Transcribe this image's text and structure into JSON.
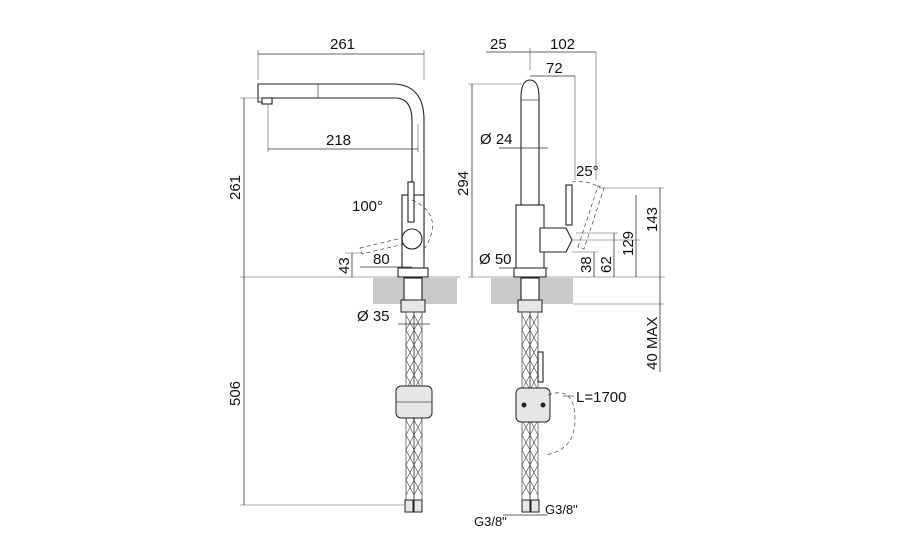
{
  "side_view": {
    "dim_total_width": "261",
    "dim_spout_reach": "218",
    "dim_total_height": "261",
    "dim_lever_angle": "100°",
    "dim_lever_height": "43",
    "dim_lever_offset": "80",
    "dim_base_diameter": "Ø 35",
    "dim_hose_length": "506"
  },
  "front_view": {
    "dim_offset_left": "25",
    "dim_offset_right": "102",
    "dim_head_offset": "72",
    "dim_spout_diameter": "Ø 24",
    "dim_height": "294",
    "dim_lever_angle": "25°",
    "dim_base_diameter": "Ø 50",
    "dim_h38": "38",
    "dim_h62": "62",
    "dim_h129": "129",
    "dim_h143": "143",
    "dim_counter_thickness": "40 MAX",
    "dim_cable_length": "L=1700",
    "dim_thread_left": "G3/8\"",
    "dim_thread_right": "G3/8\""
  }
}
